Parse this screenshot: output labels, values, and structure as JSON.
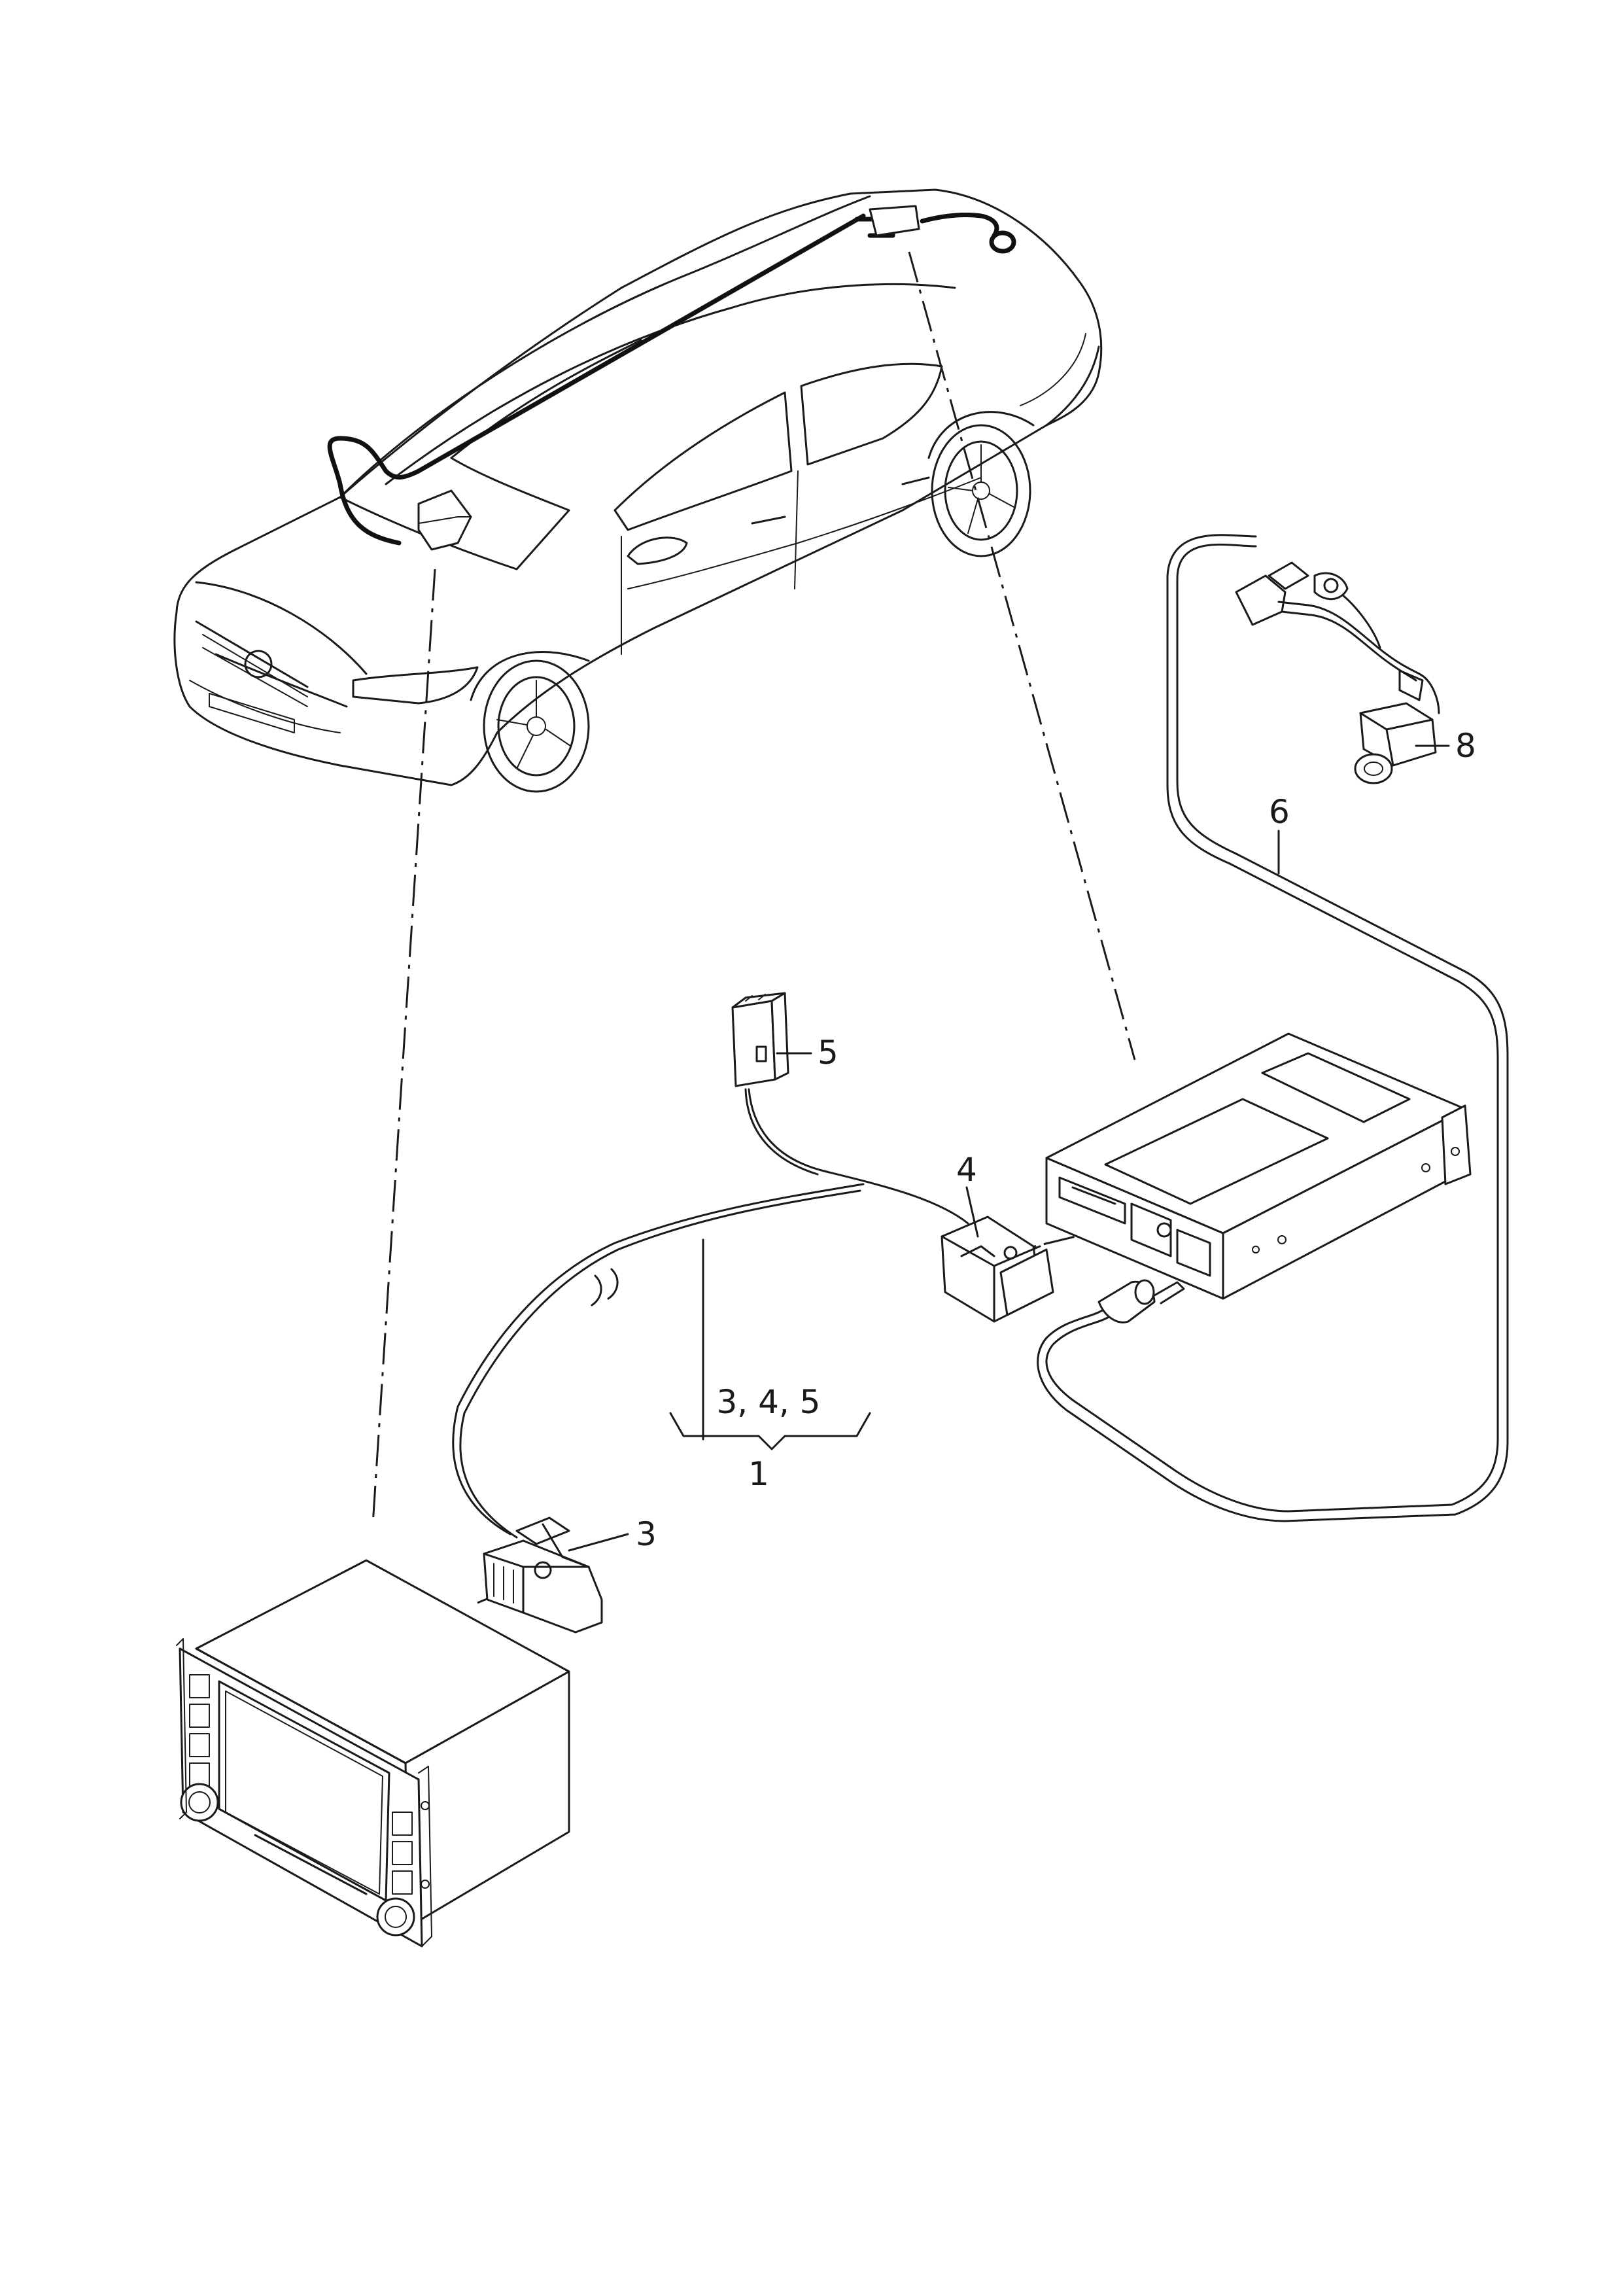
{
  "callouts": {
    "c1": "1",
    "c345": "3, 4, 5",
    "c3": "3",
    "c4": "4",
    "c5": "5",
    "c6": "6",
    "c8": "8"
  },
  "icons": {
    "vehicle": "vehicle-outline-icon",
    "radio": "radio-navigation-unit-icon",
    "control_unit": "control-unit-box-icon",
    "camera": "rear-view-camera-icon"
  }
}
